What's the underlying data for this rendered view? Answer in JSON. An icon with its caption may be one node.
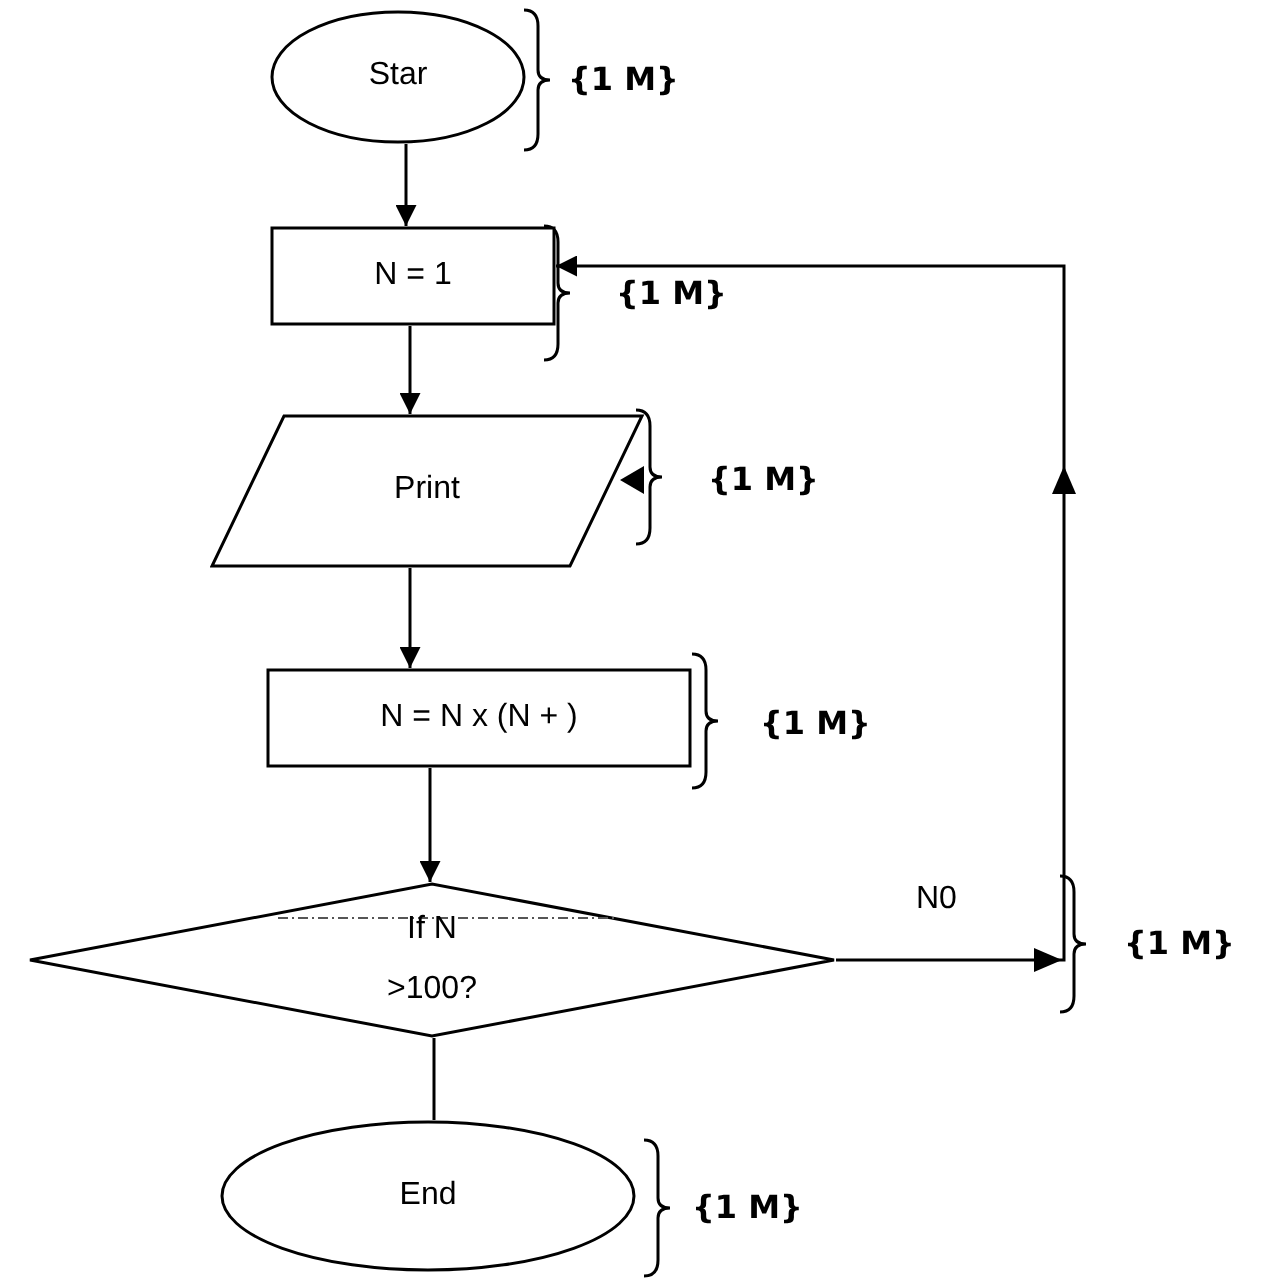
{
  "diagram": {
    "nodes": [
      {
        "text": [
          "Star"
        ],
        "beside": [
          "{1 M}"
        ]
      },
      {
        "text": [
          "N = 1"
        ],
        "beside": [
          "{1 M}"
        ]
      },
      {
        "text": [
          "Print"
        ],
        "beside": [
          "{1 M}"
        ]
      },
      {
        "text": [
          "N = N x (N + )"
        ],
        "beside": [
          "{1 M}"
        ]
      },
      {
        "text": [
          "If N >100?"
        ]
      },
      {
        "text": [
          "End"
        ],
        "beside": [
          "{1 M}"
        ]
      }
    ],
    "edges": [
      {
        "from": 0,
        "to": 1,
        "arrow": "to"
      },
      {
        "from": 1,
        "to": 2,
        "arrow": "to"
      },
      {
        "from": 2,
        "to": 3,
        "arrow": "to"
      },
      {
        "from": 3,
        "to": 4,
        "arrow": "to"
      },
      {
        "from": 4,
        "to": 5,
        "arrow": "none"
      },
      {
        "from": 4,
        "to": 1,
        "arrow": "to",
        "label": "N0"
      }
    ],
    "labels": [
      "{1 M}"
    ]
  }
}
